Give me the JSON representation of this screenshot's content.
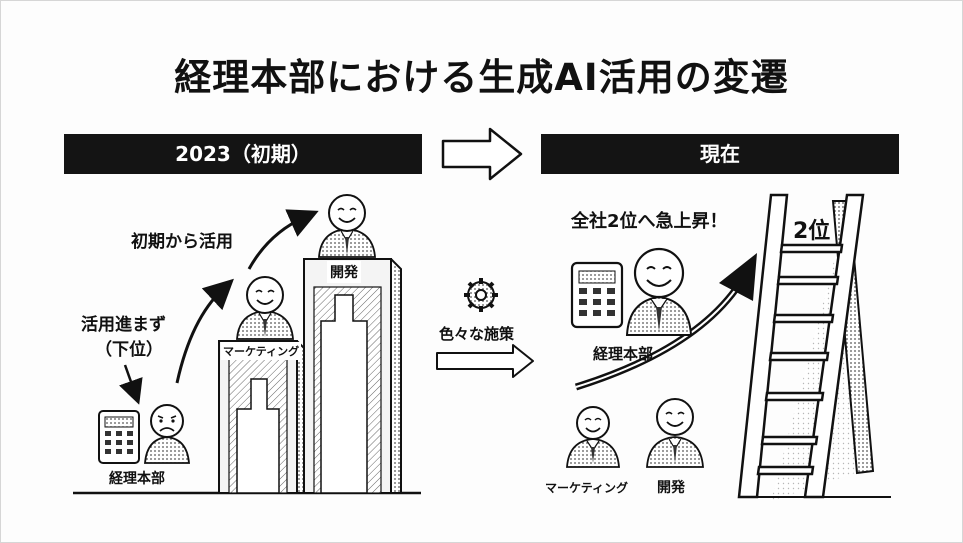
{
  "title": "経理本部における生成AI活用の変遷",
  "left_panel": {
    "header": "2023（初期）",
    "early_use_label": "初期から活用",
    "behind_label_line1": "活用進まず",
    "behind_label_line2": "（下位）",
    "accounting_label": "経理本部",
    "marketing_label": "マーケティング",
    "development_label": "開発"
  },
  "middle": {
    "measures_label": "色々な施策"
  },
  "right_panel": {
    "header": "現在",
    "headline": "全社2位へ急上昇！",
    "rank_label": "2位",
    "accounting_label": "経理本部",
    "marketing_label": "マーケティング",
    "development_label": "開発"
  },
  "icons": [
    "sad-face-icon",
    "smile-face-icon",
    "calculator-icon",
    "gear-icon",
    "arrow-right-icon",
    "ladder-icon"
  ]
}
